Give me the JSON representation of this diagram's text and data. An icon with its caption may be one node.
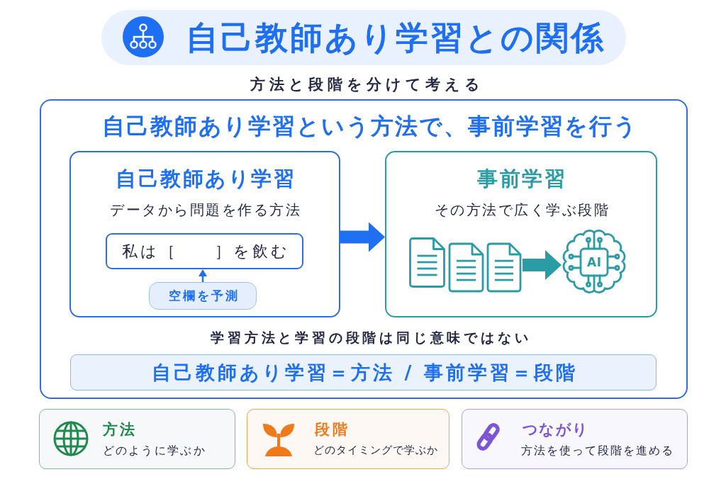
{
  "diagram": {
    "title": "自己教師あり学習との関係",
    "nodes": [
      {
        "text": [
          "自己教師あり学習という方法で、事前学習を行う",
          "学習方法と学習の段階は同じ意味ではない"
        ]
      },
      {
        "text": [
          "自己教師あり学習",
          "データから問題を作る方法"
        ],
        "in": 0
      },
      {
        "text": [
          "私は［　　］を飲む"
        ],
        "in": 1
      },
      {
        "text": [
          "空欄を予測"
        ],
        "in": 1
      },
      {
        "text": [
          "事前学習",
          "その方法で広く学ぶ段階"
        ],
        "in": 0
      },
      {
        "text": [],
        "shape": "picture",
        "in": 4
      },
      {
        "text": [
          "AI"
        ],
        "in": 4
      },
      {
        "text": [
          "自己教師あり学習＝方法 / 事前学習＝段階"
        ],
        "in": 0
      },
      {
        "text": [
          "方法",
          "どのように学ぶか"
        ]
      },
      {
        "text": [
          "段階",
          "どのタイミングで学ぶか"
        ]
      },
      {
        "text": [
          "つながり",
          "方法を使って段階を進める"
        ]
      }
    ],
    "edges": [
      {
        "from": 1,
        "to": 4,
        "arrow": "to"
      },
      {
        "from": 3,
        "to": 2,
        "arrow": "to"
      },
      {
        "from": 5,
        "to": 6,
        "arrow": "to",
        "color": "#2a9ca6"
      }
    ],
    "labels": [
      "方法と段階を分けて考える"
    ]
  }
}
